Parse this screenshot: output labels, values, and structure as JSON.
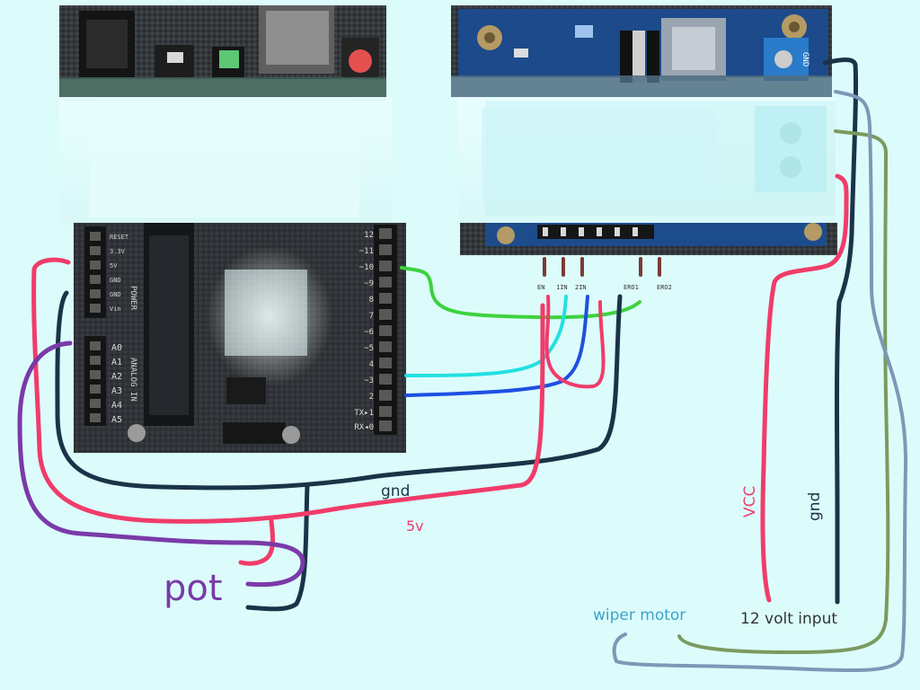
{
  "labels": {
    "gnd_left": "gnd",
    "five_v": "5v",
    "pot": "pot",
    "vcc": "VCC",
    "gnd_right": "gnd",
    "wiper_motor": "wiper motor",
    "twelve_volt": "12 volt input"
  },
  "driver_pins": [
    "EN",
    "1IN",
    "2IN",
    "ERO1",
    "ERO2"
  ],
  "driver_terminal_label": "GND",
  "arduino": {
    "analog_pins": [
      "A0",
      "A1",
      "A2",
      "A3",
      "A4",
      "A5"
    ],
    "analog_header": "ANALOG IN",
    "power_header": "POWER",
    "power_pins": [
      "RESET",
      "3.3V",
      "5V",
      "GND",
      "GND",
      "Vin"
    ],
    "digital_pins": [
      "12",
      "~11",
      "~10",
      "~9",
      "8",
      "7",
      "~6",
      "~5",
      "4",
      "~3",
      "2",
      "TX▸1",
      "RX◂0"
    ]
  },
  "colors": {
    "background": "#dcfcfc",
    "wire_5v": "#f03c6a",
    "wire_gnd": "#1b3347",
    "wire_pot": "#7a3aa8",
    "wire_green": "#3ed23e",
    "wire_cyan": "#22e0e0",
    "wire_blue": "#1e50e0",
    "wire_motor_a": "#7b9a5e",
    "wire_motor_b": "#7f97b6",
    "pin_brown": "#7a3b34",
    "label_wiper": "#3aa3c9",
    "label_pot": "#7a3aa8"
  }
}
